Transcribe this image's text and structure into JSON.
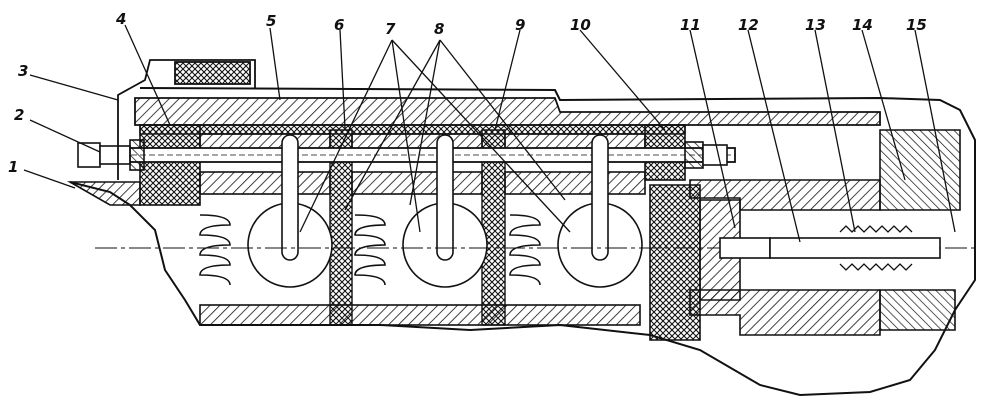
{
  "figure": {
    "labels": [
      {
        "id": "1",
        "text": "1"
      },
      {
        "id": "2",
        "text": "2"
      },
      {
        "id": "3",
        "text": "3"
      },
      {
        "id": "4",
        "text": "4"
      },
      {
        "id": "5",
        "text": "5"
      },
      {
        "id": "6",
        "text": "6"
      },
      {
        "id": "7",
        "text": "7"
      },
      {
        "id": "8",
        "text": "8"
      },
      {
        "id": "9",
        "text": "9"
      },
      {
        "id": "10",
        "text": "10"
      },
      {
        "id": "11",
        "text": "11"
      },
      {
        "id": "12",
        "text": "12"
      },
      {
        "id": "13",
        "text": "13"
      },
      {
        "id": "14",
        "text": "14"
      },
      {
        "id": "15",
        "text": "15"
      }
    ],
    "colors": {
      "ink": "#111111",
      "paper": "#ffffff"
    }
  }
}
